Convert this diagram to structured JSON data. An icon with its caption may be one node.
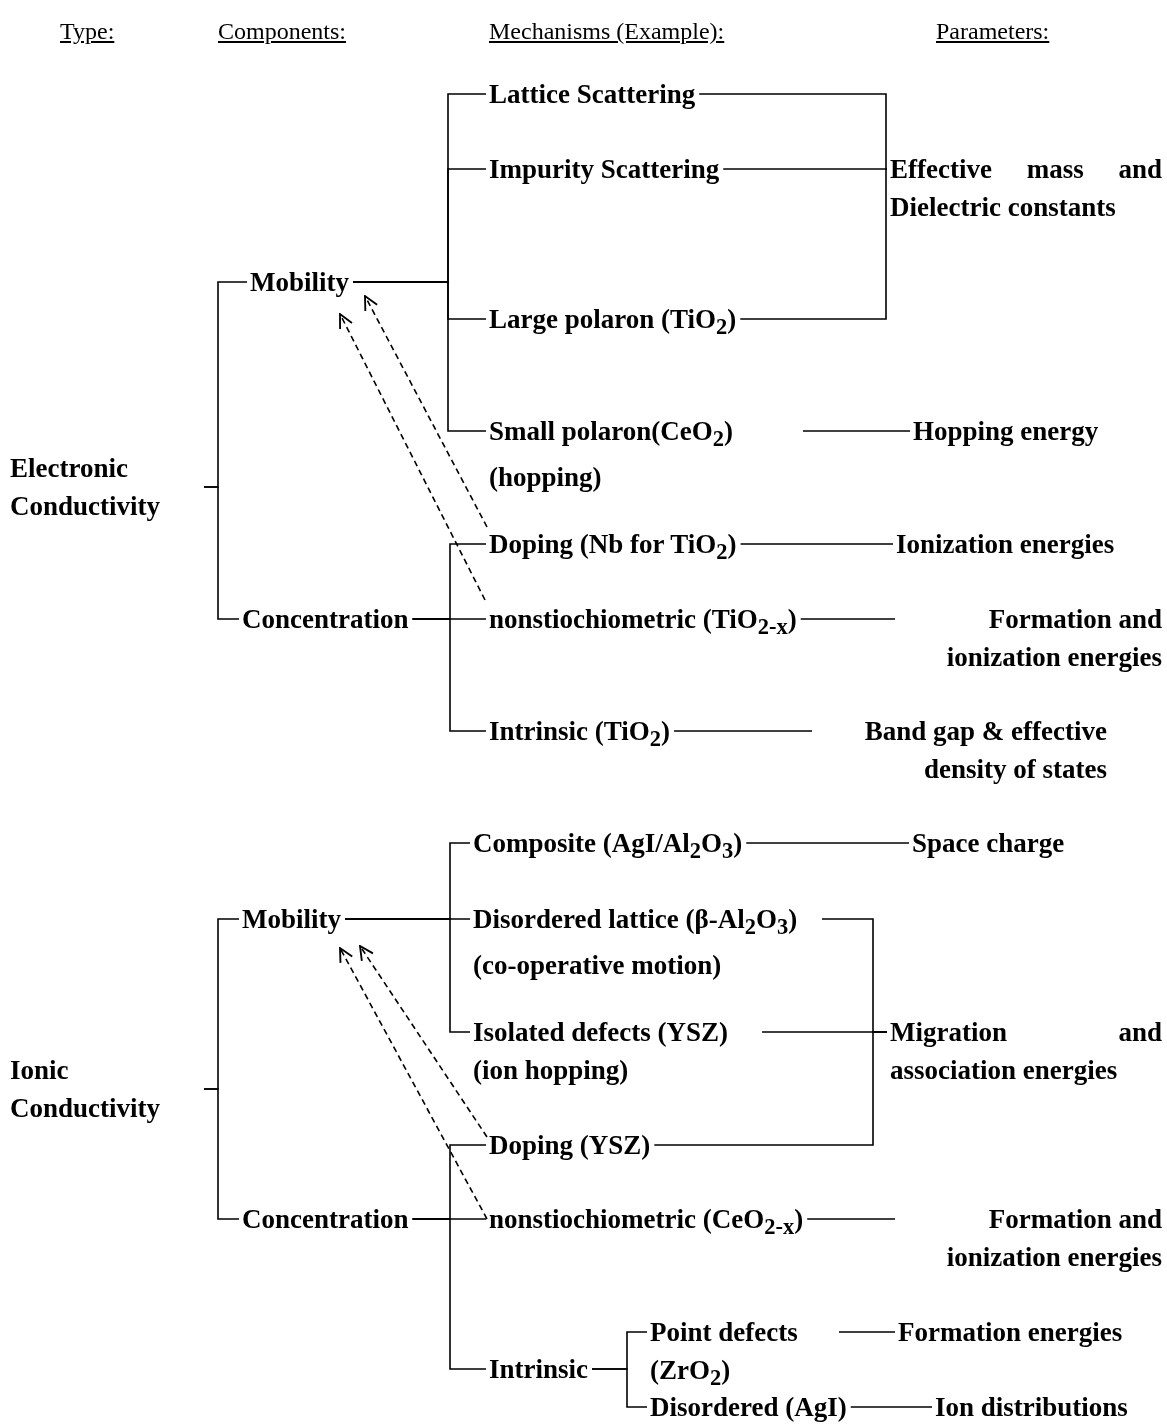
{
  "diagram": {
    "nodes": [
      {
        "text": [
          "Electronic Conductivity"
        ]
      },
      {
        "text": [
          "Mobility"
        ]
      },
      {
        "text": [
          "Concentration"
        ]
      },
      {
        "text": [
          "Lattice Scattering"
        ]
      },
      {
        "text": [
          "Impurity Scattering"
        ]
      },
      {
        "text": [
          "Large polaron (TiO$_{2}$)"
        ]
      },
      {
        "text": [
          "Small polaron(CeO$_{2}$) (hopping)"
        ]
      },
      {
        "text": [
          "Doping (Nb for TiO$_{2}$)"
        ]
      },
      {
        "text": [
          "nonstiochiometric (TiO$_{2-x}$)"
        ]
      },
      {
        "text": [
          "Intrinsic (TiO$_{2}$)"
        ]
      },
      {
        "text": [
          "Effective mass and Dielectric constants"
        ]
      },
      {
        "text": [
          "Hopping energy"
        ]
      },
      {
        "text": [
          "Ionization energies"
        ]
      },
      {
        "text": [
          "Formation and ionization energies"
        ]
      },
      {
        "text": [
          "Band gap & effective density of states"
        ]
      },
      {
        "text": [
          "Ionic Conductivity"
        ]
      },
      {
        "text": [
          "Mobility"
        ]
      },
      {
        "text": [
          "Concentration"
        ]
      },
      {
        "text": [
          "Composite (AgI/Al$_{2}$O$_{3}$)"
        ]
      },
      {
        "text": [
          "Disordered lattice (β-Al$_{2}$O$_{3}$) (co-operative motion)"
        ]
      },
      {
        "text": [
          "Isolated defects (YSZ) (ion hopping)"
        ]
      },
      {
        "text": [
          "Doping (YSZ)"
        ]
      },
      {
        "text": [
          "nonstiochiometric (CeO$_{2-x}$)"
        ]
      },
      {
        "text": [
          "Intrinsic"
        ]
      },
      {
        "text": [
          "Point defects (ZrO$_{2}$)"
        ]
      },
      {
        "text": [
          "Disordered (AgI)"
        ]
      },
      {
        "text": [
          "Space charge"
        ]
      },
      {
        "text": [
          "Migration and association energies"
        ]
      },
      {
        "text": [
          "Formation and ionization energies"
        ]
      },
      {
        "text": [
          "Formation energies"
        ]
      },
      {
        "text": [
          "Ion distributions"
        ]
      }
    ],
    "edges": [
      {
        "from": 0,
        "to": 1,
        "arrow": "none"
      },
      {
        "from": 0,
        "to": 2,
        "arrow": "none"
      },
      {
        "from": 1,
        "to": 3,
        "arrow": "none"
      },
      {
        "from": 1,
        "to": 4,
        "arrow": "none"
      },
      {
        "from": 1,
        "to": 5,
        "arrow": "none"
      },
      {
        "from": 1,
        "to": 6,
        "arrow": "none"
      },
      {
        "from": 2,
        "to": 7,
        "arrow": "none"
      },
      {
        "from": 2,
        "to": 8,
        "arrow": "none"
      },
      {
        "from": 2,
        "to": 9,
        "arrow": "none"
      },
      {
        "from": 3,
        "to": 10,
        "arrow": "none"
      },
      {
        "from": 4,
        "to": 10,
        "arrow": "none"
      },
      {
        "from": 5,
        "to": 10,
        "arrow": "none"
      },
      {
        "from": 6,
        "to": 11,
        "arrow": "none"
      },
      {
        "from": 7,
        "to": 12,
        "arrow": "none"
      },
      {
        "from": 8,
        "to": 13,
        "arrow": "none"
      },
      {
        "from": 9,
        "to": 14,
        "arrow": "none"
      },
      {
        "from": 7,
        "to": 1,
        "arrow": "to",
        "style": "dashed"
      },
      {
        "from": 8,
        "to": 1,
        "arrow": "to",
        "style": "dashed"
      },
      {
        "from": 15,
        "to": 16,
        "arrow": "none"
      },
      {
        "from": 15,
        "to": 17,
        "arrow": "none"
      },
      {
        "from": 16,
        "to": 18,
        "arrow": "none"
      },
      {
        "from": 16,
        "to": 19,
        "arrow": "none"
      },
      {
        "from": 16,
        "to": 20,
        "arrow": "none"
      },
      {
        "from": 17,
        "to": 21,
        "arrow": "none"
      },
      {
        "from": 17,
        "to": 22,
        "arrow": "none"
      },
      {
        "from": 17,
        "to": 23,
        "arrow": "none"
      },
      {
        "from": 18,
        "to": 26,
        "arrow": "none"
      },
      {
        "from": 19,
        "to": 27,
        "arrow": "none"
      },
      {
        "from": 20,
        "to": 27,
        "arrow": "none"
      },
      {
        "from": 21,
        "to": 27,
        "arrow": "none"
      },
      {
        "from": 22,
        "to": 28,
        "arrow": "none"
      },
      {
        "from": 23,
        "to": 24,
        "arrow": "none"
      },
      {
        "from": 23,
        "to": 25,
        "arrow": "none"
      },
      {
        "from": 24,
        "to": 29,
        "arrow": "none"
      },
      {
        "from": 25,
        "to": 30,
        "arrow": "none"
      },
      {
        "from": 21,
        "to": 16,
        "arrow": "to",
        "style": "dashed"
      },
      {
        "from": 22,
        "to": 16,
        "arrow": "to",
        "style": "dashed"
      }
    ],
    "labels": [
      "Type:",
      "Components:",
      "Mechanisms (Example):",
      "Parameters:"
    ]
  }
}
